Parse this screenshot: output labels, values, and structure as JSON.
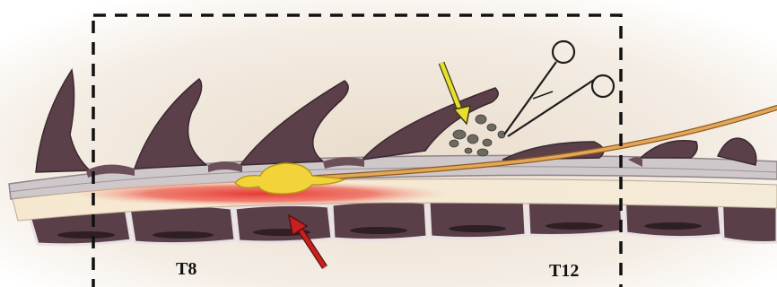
{
  "diagram": {
    "labels": {
      "start_vertebra": "T8",
      "end_vertebra": "T12"
    },
    "regions": [
      {
        "name": "surgical-window",
        "style": "dashed-box"
      },
      {
        "name": "spinal-cord-lesion",
        "color": "#e8413c"
      },
      {
        "name": "injected-material",
        "color": "#f2d43a"
      }
    ],
    "arrows": [
      {
        "name": "yellow-arrow",
        "color": "#e9df2e"
      },
      {
        "name": "red-arrow",
        "color": "#c8201e"
      }
    ],
    "colors": {
      "bone": "#5b4049",
      "bone_light": "#c5bfc2",
      "cord": "#f3e7cf",
      "catheter": "#d89a4a",
      "background_glow": "#efe4d6"
    }
  }
}
